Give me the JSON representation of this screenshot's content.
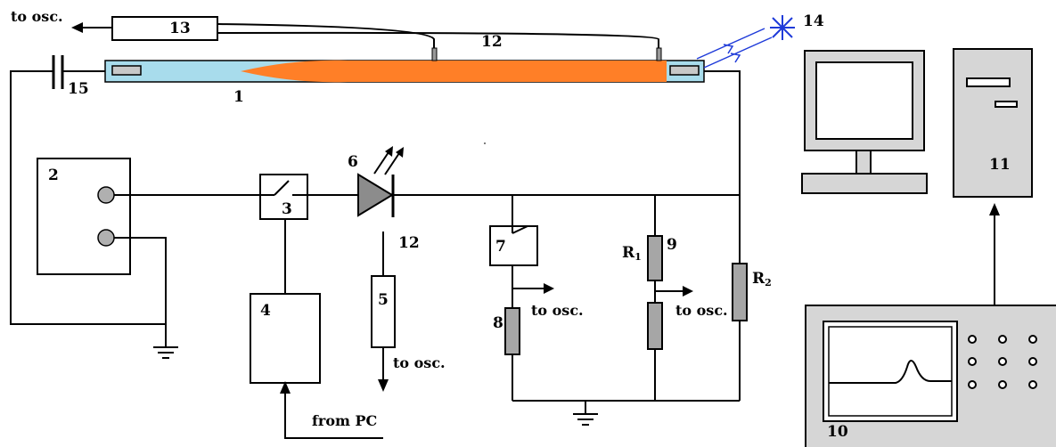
{
  "labels": {
    "n1": "1",
    "n2": "2",
    "n3": "3",
    "n4": "4",
    "n5": "5",
    "n6": "6",
    "n7": "7",
    "n8": "8",
    "n9": "9",
    "n10": "10",
    "n11": "11",
    "n12a": "12",
    "n12b": "12",
    "n13": "13",
    "n14": "14",
    "n15": "15",
    "r1": "R",
    "r1_sub": "1",
    "r2": "R",
    "r2_sub": "2"
  },
  "annotations": {
    "to_osc_top": "to osc.",
    "to_osc_5": "to osc.",
    "to_osc_8": "to osc.",
    "to_osc_9": "to osc.",
    "from_pc": "from PC"
  },
  "colors": {
    "tube": "#a8dcec",
    "plasma": "#ff7f27",
    "resistor": "#a6a6a6",
    "led_body": "#8c8c8c",
    "star": "#1f3bd9",
    "monitor_screen": "#ffffff",
    "computer_body": "#d6d6d6"
  }
}
